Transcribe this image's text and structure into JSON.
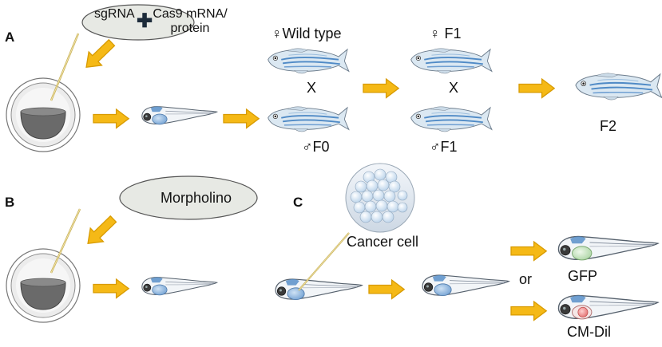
{
  "panels": {
    "a": "A",
    "b": "B",
    "c": "C"
  },
  "reagents": {
    "sgrna": "sgRNA",
    "plus": "✚",
    "cas9_line1": "Cas9 mRNA/",
    "cas9_line2": "protein",
    "morpholino": "Morpholino"
  },
  "crosses": {
    "wild_type": "♀Wild type",
    "f0": "♂F0",
    "f1_female": "♀ F1",
    "f1_male": "♂F1",
    "cross_mark_1": "X",
    "cross_mark_2": "X",
    "f2": "F2"
  },
  "xenograft": {
    "cancer_cell": "Cancer cell",
    "or": "or",
    "gfp": "GFP",
    "cm_dil": "CM-Dil"
  },
  "icons": [
    "embryo-icon",
    "needle-icon",
    "arrow-icon",
    "larva-icon",
    "adult-zebrafish-icon",
    "cancer-cell-cluster-icon"
  ],
  "colors": {
    "arrow": "#f5b916",
    "arrow_stroke": "#d89b00",
    "reagent_bubble": "#e7e9e4",
    "fish_body": "#dbe8f2",
    "fish_stripe": "#4f8ac6",
    "larva_yolk": "#8fb8e0",
    "gfp_yolk": "#cde7c8",
    "dil_yolk": "#f08a8a"
  }
}
